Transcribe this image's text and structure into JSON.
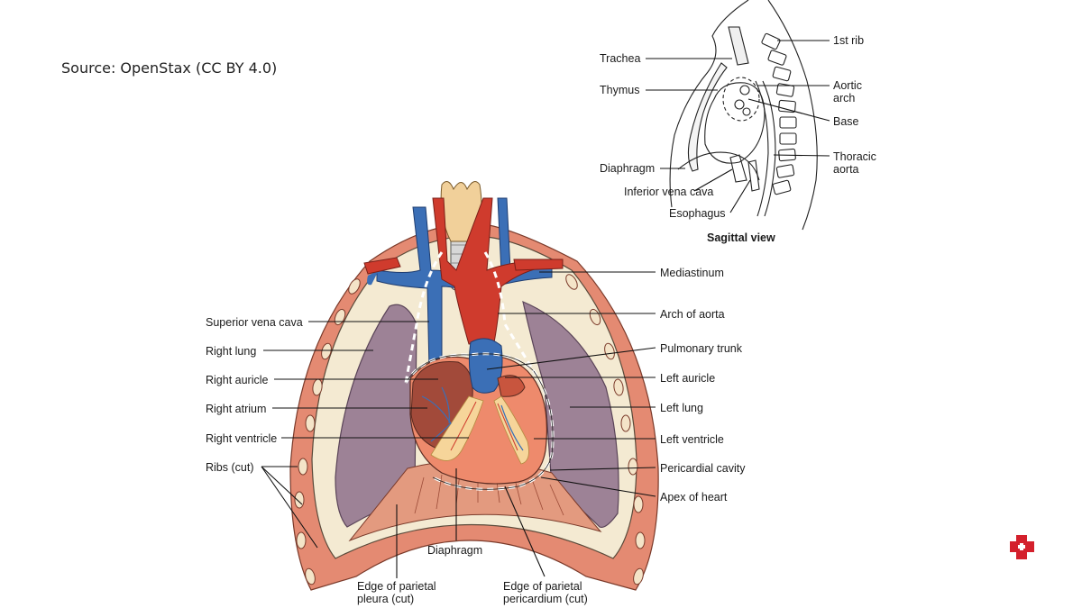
{
  "source_text": "Source: OpenStax (CC BY 4.0)",
  "colors": {
    "rib_band": "#e48a72",
    "pleura": "#f4ead2",
    "lung": "#9d8296",
    "heart": "#ee8a6c",
    "vein_blue": "#3b6fb6",
    "artery_red": "#cf3b2d",
    "thyroid": "#f1d09a",
    "logo_red": "#d4202c"
  },
  "front_labels": {
    "superior_vena_cava": "Superior vena cava",
    "right_lung": "Right lung",
    "right_auricle": "Right auricle",
    "right_atrium": "Right atrium",
    "right_ventricle": "Right ventricle",
    "ribs_cut": "Ribs (cut)",
    "mediastinum": "Mediastinum",
    "arch_of_aorta": "Arch of aorta",
    "pulmonary_trunk": "Pulmonary trunk",
    "left_auricle": "Left auricle",
    "left_lung": "Left lung",
    "left_ventricle": "Left ventricle",
    "pericardial_cavity": "Pericardial cavity",
    "apex_of_heart": "Apex of heart",
    "diaphragm": "Diaphragm",
    "edge_parietal_pleura_1": "Edge of parietal",
    "edge_parietal_pleura_2": "pleura (cut)",
    "edge_parietal_pericardium_1": "Edge of parietal",
    "edge_parietal_pericardium_2": "pericardium (cut)"
  },
  "sagittal_labels": {
    "trachea": "Trachea",
    "thymus": "Thymus",
    "diaphragm": "Diaphragm",
    "inferior_vena_cava": "Inferior vena cava",
    "esophagus": "Esophagus",
    "first_rib": "1st rib",
    "aortic_arch_1": "Aortic",
    "aortic_arch_2": "arch",
    "base": "Base",
    "thoracic_aorta_1": "Thoracic",
    "thoracic_aorta_2": "aorta",
    "view_title": "Sagittal view"
  },
  "logo_icon": "red-cross-icon"
}
